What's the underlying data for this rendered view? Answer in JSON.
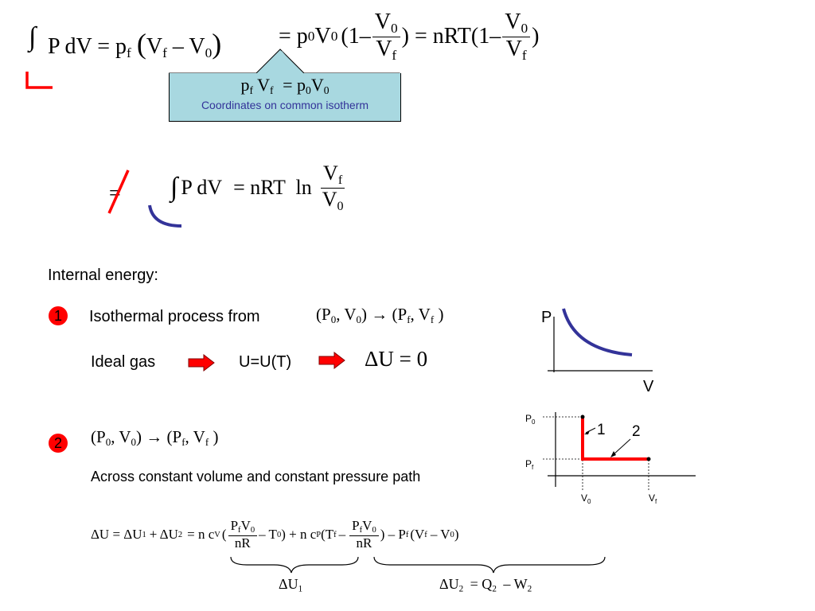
{
  "top_equation": {
    "integral": "∫",
    "lhs": "P dV",
    "equals": "=",
    "p": "p",
    "f": "f",
    "V": "V",
    "zero": "0",
    "minus": "–",
    "open": "(",
    "close": ")",
    "rhs_p0V0_prefix": "= p",
    "one_minus": "(1–",
    "nRT": ") = nRT(1–",
    "final_close": ")"
  },
  "callout": {
    "equation_left": "p",
    "equation_right": "= p",
    "caption": "Coordinates on common isotherm"
  },
  "middle_equation": {
    "not_equal": "=",
    "integral": "∫",
    "lhs": "P dV",
    "rhs": "= nRT  ln"
  },
  "internal_energy": {
    "heading": "Internal energy:"
  },
  "case1": {
    "number": "1",
    "text": "Isothermal process from",
    "process": "→",
    "ideal_gas": "Ideal gas",
    "u_of_t": "U=U(T)",
    "delta_u": "ΔU = 0"
  },
  "case2": {
    "number": "2",
    "process_arrow": "→",
    "description": "Across constant volume and constant pressure path"
  },
  "graph1": {
    "y_label": "P",
    "x_label": "V"
  },
  "graph2": {
    "y_top": "P",
    "y_top_sub": "0",
    "y_bottom": "P",
    "y_bottom_sub": "f",
    "x_left": "V",
    "x_left_sub": "0",
    "x_right": "V",
    "x_right_sub": "f",
    "path1_label": "1",
    "path2_label": "2"
  },
  "bottom_equation": {
    "lhs": "ΔU = ΔU",
    "plus": "+ ΔU",
    "eq_n": "= n c",
    "V_sub": "V",
    "minus_T0": "– T",
    "plus_n": ") + n c",
    "P_sub": "P",
    "T_f": "(T",
    "minus_frac": "–",
    "after": ") – P",
    "tail": "(V",
    "tail2": "– V",
    "nR": "nR",
    "brace1_label": "ΔU",
    "brace2_label": "ΔU",
    "brace2_rhs": "= Q",
    "brace2_minus": "– W"
  },
  "colors": {
    "red": "#ff0000",
    "blue": "#333399",
    "callout_bg": "#a8d8e0",
    "isotherm": "#333399"
  }
}
